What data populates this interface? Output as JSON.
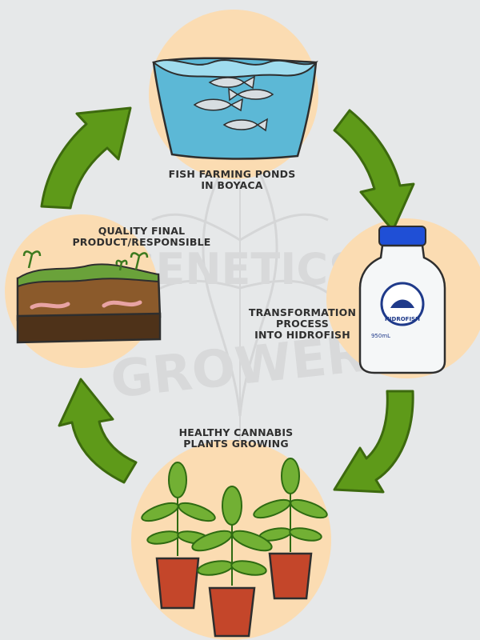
{
  "cycle_steps": [
    {
      "id": "fish",
      "lines": [
        "FISH FARMING PONDS",
        "IN BOYACA"
      ]
    },
    {
      "id": "transform",
      "lines": [
        "TRANSFORMATION",
        "PROCESS",
        "INTO HIDROFISH"
      ]
    },
    {
      "id": "plants",
      "lines": [
        "HEALTHY CANNABIS",
        "PLANTS GROWING"
      ]
    },
    {
      "id": "soil",
      "lines": [
        "QUALITY FINAL",
        "PRODUCT/RESPONSIBLE"
      ]
    }
  ],
  "bottle": {
    "brand": "HIDROFISH",
    "volume": "950mL"
  },
  "watermark": {
    "text_top": "GENETICS",
    "text_bottom": "GROWER"
  },
  "colors": {
    "background": "#e6e8e9",
    "circle": "#fbdcb2",
    "arrow_fill": "#5e9a19",
    "arrow_stroke": "#3d6a0e",
    "water": "#5cb8d6",
    "bottle_cap": "#1f4fd6"
  }
}
